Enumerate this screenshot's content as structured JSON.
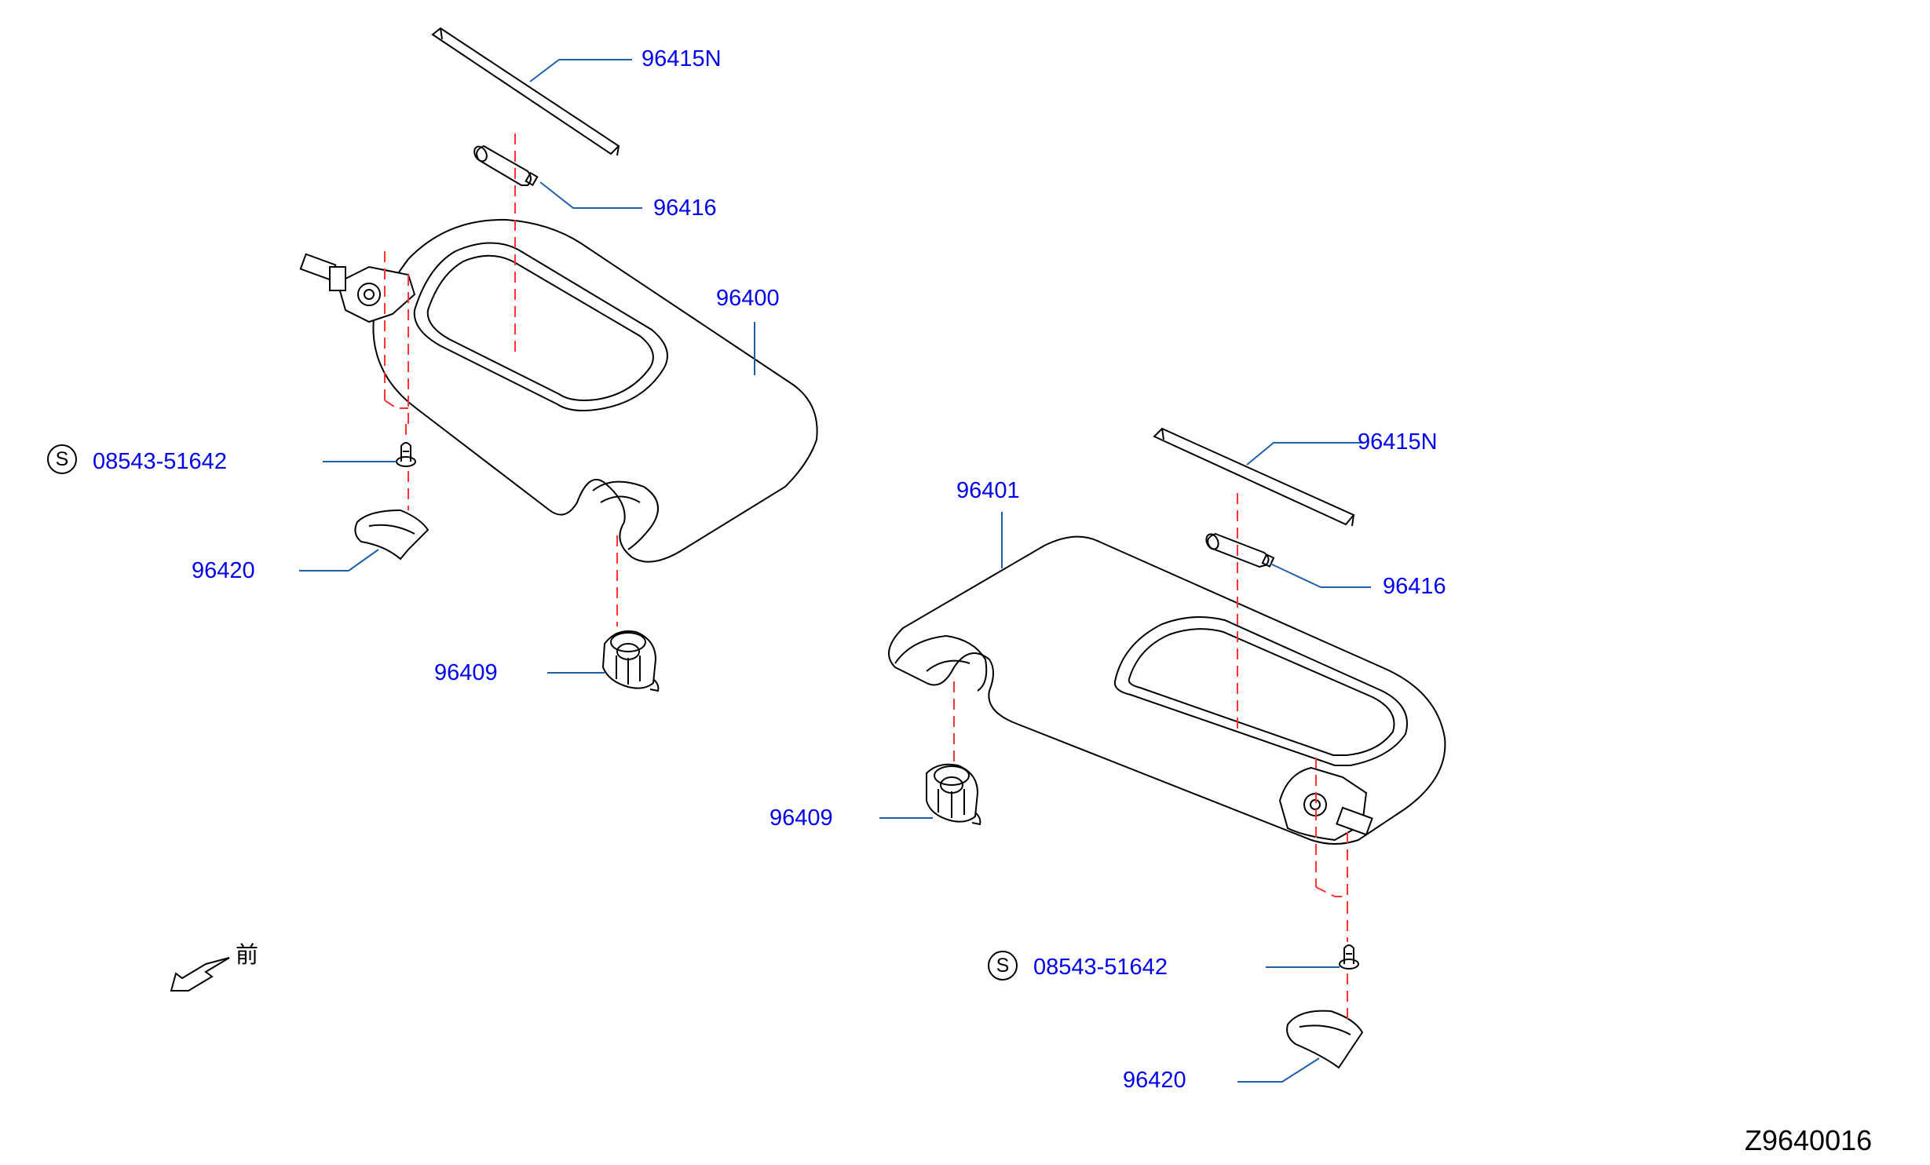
{
  "labels": {
    "left_strip": "96415N",
    "left_pin": "96416",
    "left_visor": "96400",
    "left_screw": "08543-51642",
    "left_cover": "96420",
    "left_holder": "96409",
    "right_strip": "96415N",
    "right_pin": "96416",
    "right_visor": "96401",
    "right_holder": "96409",
    "right_screw": "08543-51642",
    "right_cover": "96420"
  },
  "standard_part_mark": "S",
  "front_indicator": "前",
  "drawing_id": "Z9640016",
  "colors": {
    "label_text": "#0000ee",
    "leader_line": "#1f5fa8",
    "centerline": "#ff3333",
    "part_outline": "#000000"
  }
}
